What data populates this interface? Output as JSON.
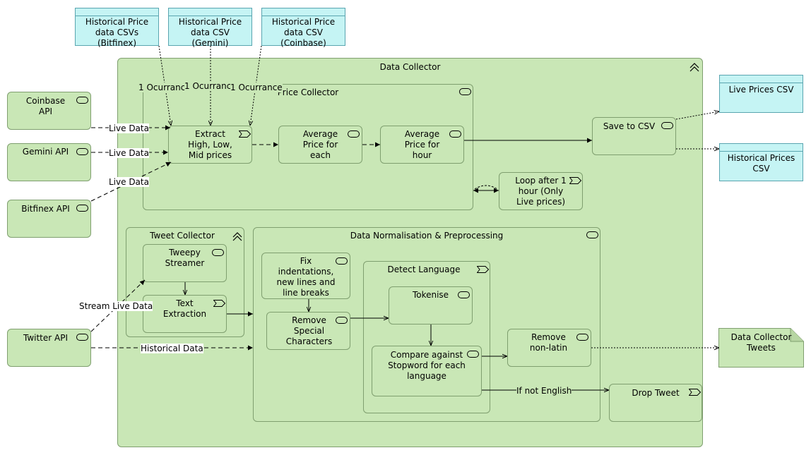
{
  "sources": {
    "bitfinex_csv": "Historical Price\ndata CSVs\n(Bitfinex)",
    "gemini_csv": "Historical Price\ndata CSV\n(Gemini)",
    "coinbase_csv": "Historical Price\ndata CSV\n(Coinbase)",
    "coinbase_api": "Coinbase\nAPI",
    "gemini_api": "Gemini API",
    "bitfinex_api": "Bitfinex API",
    "twitter_api": "Twitter API"
  },
  "outputs": {
    "live_prices_csv": "Live Prices CSV",
    "historical_prices_csv": "Historical Prices\nCSV",
    "data_collector_tweets": "Data Collector\nTweets"
  },
  "data_collector": {
    "title": "Data Collector",
    "price_collector": {
      "title": "Price Collector",
      "extract": "Extract\nHigh, Low,\nMid prices",
      "avg_each": "Average\nPrice for\neach",
      "avg_hour": "Average\nPrice for\nhour",
      "loop": "Loop after 1\nhour (Only\nLive prices)"
    },
    "save_csv": "Save to CSV",
    "tweet_collector": {
      "title": "Tweet Collector",
      "streamer": "Tweepy\nStreamer",
      "extraction": "Text\nExtraction"
    },
    "normalisation": {
      "title": "Data Normalisation & Preprocessing",
      "fix": "Fix\nindentations,\nnew lines and\nline breaks",
      "remove_special": "Remove\nSpecial\nCharacters",
      "detect_language": {
        "title": "Detect Language",
        "tokenise": "Tokenise",
        "compare": "Compare against\nStopword for each\nlanguage"
      },
      "remove_nonlatin": "Remove\nnon-latin"
    },
    "drop_tweet": "Drop Tweet"
  },
  "edges": {
    "live_data": "Live Data",
    "one_occurrence": "1 Ocurrance",
    "stream_live": "Stream Live Data",
    "historical_data": "Historical Data",
    "if_not_english": "If not English"
  }
}
